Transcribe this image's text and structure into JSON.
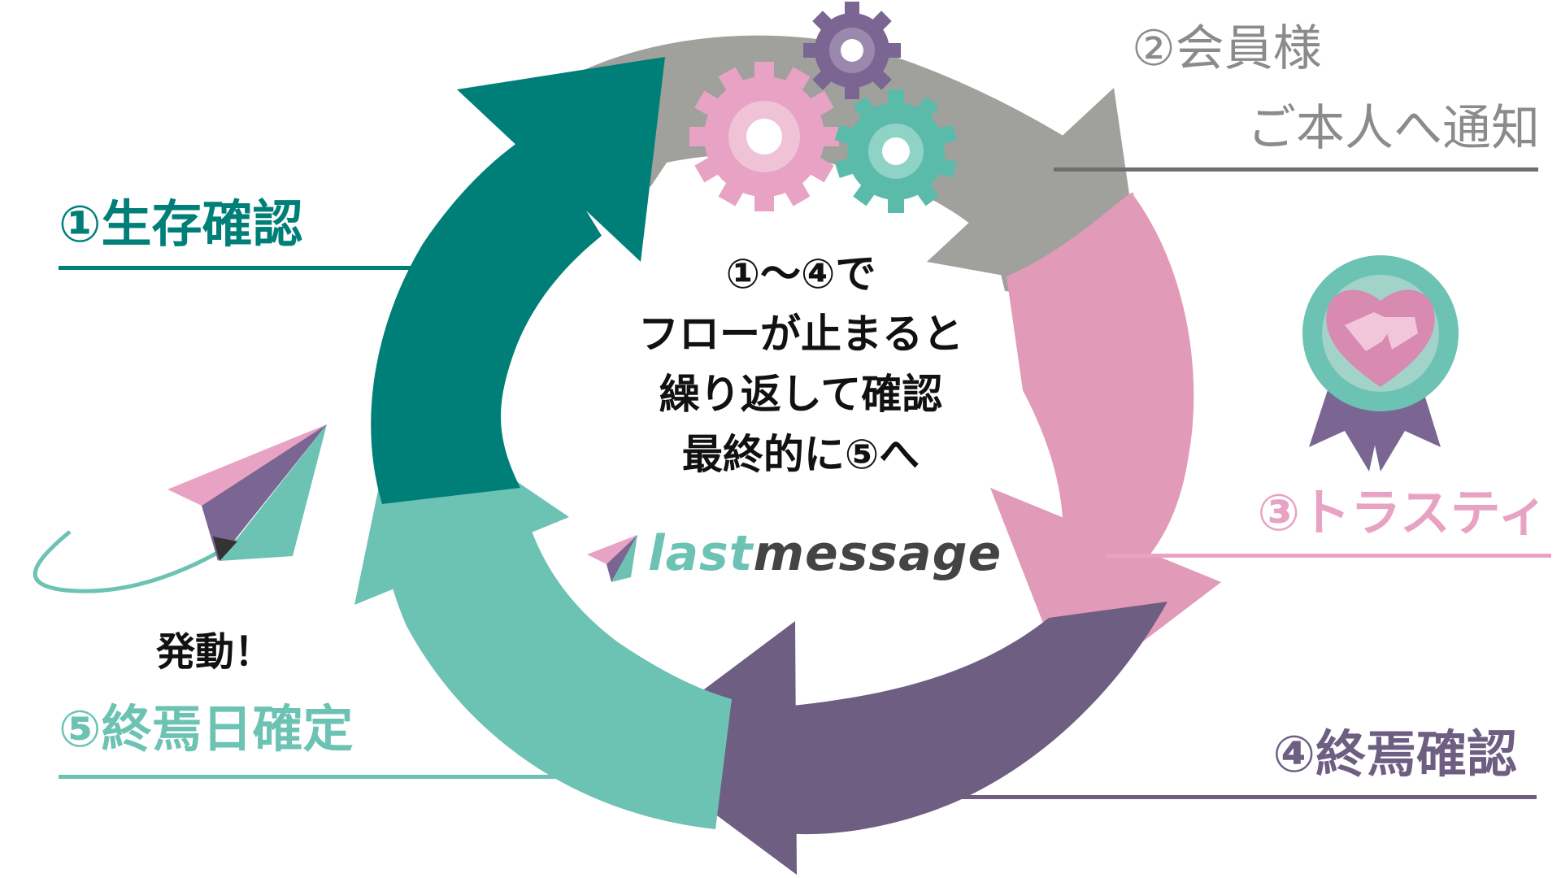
{
  "steps": {
    "s1": "①生存確認",
    "s2_line1": "②会員様",
    "s2_line2": "ご本人へ通知",
    "s3": "③トラスティ",
    "s4": "④終焉確認",
    "s5": "⑤終焉日確定",
    "trigger": "発動！"
  },
  "center": {
    "lines": [
      "①〜④で",
      "フローが止まると",
      "繰り返して確認",
      "最終的に⑤へ"
    ]
  },
  "logo": {
    "part1": "last",
    "part2": "message"
  },
  "colors": {
    "teal_dark": "#007f78",
    "teal_light": "#6cc2b3",
    "gray": "#a0a09d",
    "pink": "#e19ab8",
    "purple": "#6e5e82",
    "gear_purple": "#7a6593",
    "gear_pink": "#e8a3c4",
    "gear_teal": "#5bbbab",
    "medal_ribbon": "#7a6593",
    "medal_ring": "#6cc2b3",
    "medal_inner": "#a2d3c8"
  },
  "icons": [
    "cycle-arrows",
    "gear-icon",
    "medal-heart-handshake-icon",
    "paper-plane-icon",
    "logo-plane-icon"
  ]
}
